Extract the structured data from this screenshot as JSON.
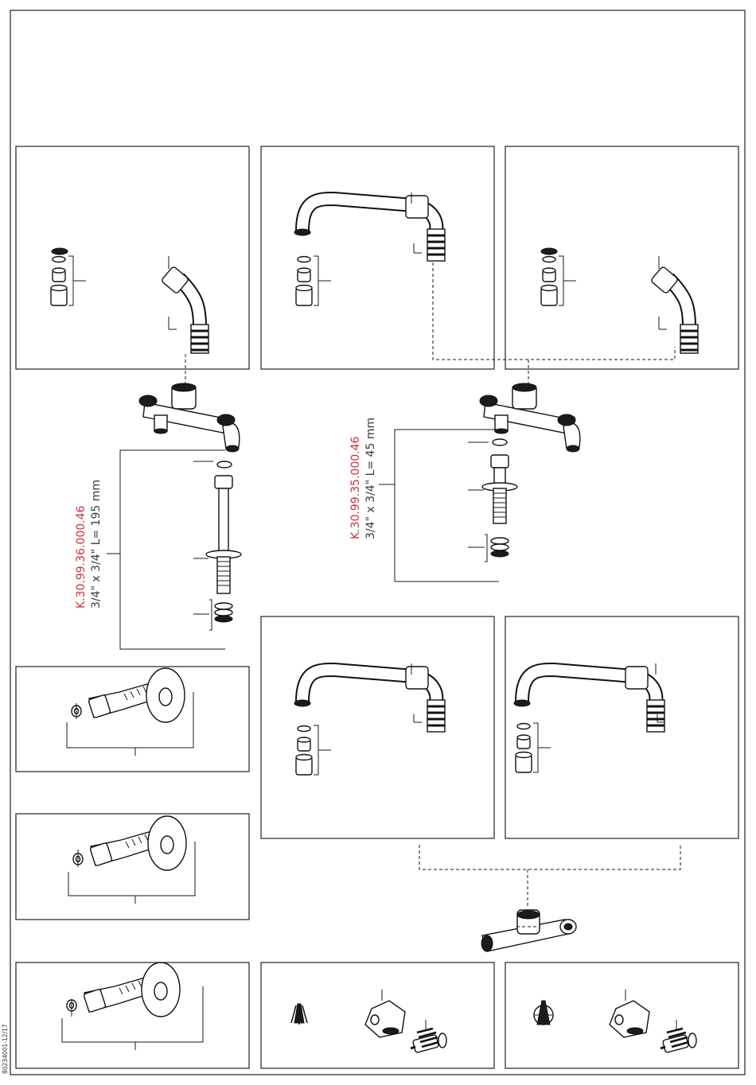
{
  "parts": [
    {
      "code": "K.30.99.36.000.46",
      "spec": "3/4\" x 3/4\" L= 195 mm",
      "code_color": "#d0313a"
    },
    {
      "code": "K.30.99.35.000.46",
      "spec": "3/4\" x 3/4\" L= 45 mm",
      "code_color": "#d0313a"
    }
  ],
  "document_number": "80234001-12/17",
  "icons": [
    "swivel-spout-icon",
    "nut-icon",
    "olive-ring-icon",
    "sleeve-icon",
    "wall-connector-icon",
    "rosette-icon",
    "washer-icon",
    "handle-icon",
    "cartridge-icon",
    "aerator-icon",
    "extension-pipe-icon",
    "mixer-body-icon"
  ]
}
